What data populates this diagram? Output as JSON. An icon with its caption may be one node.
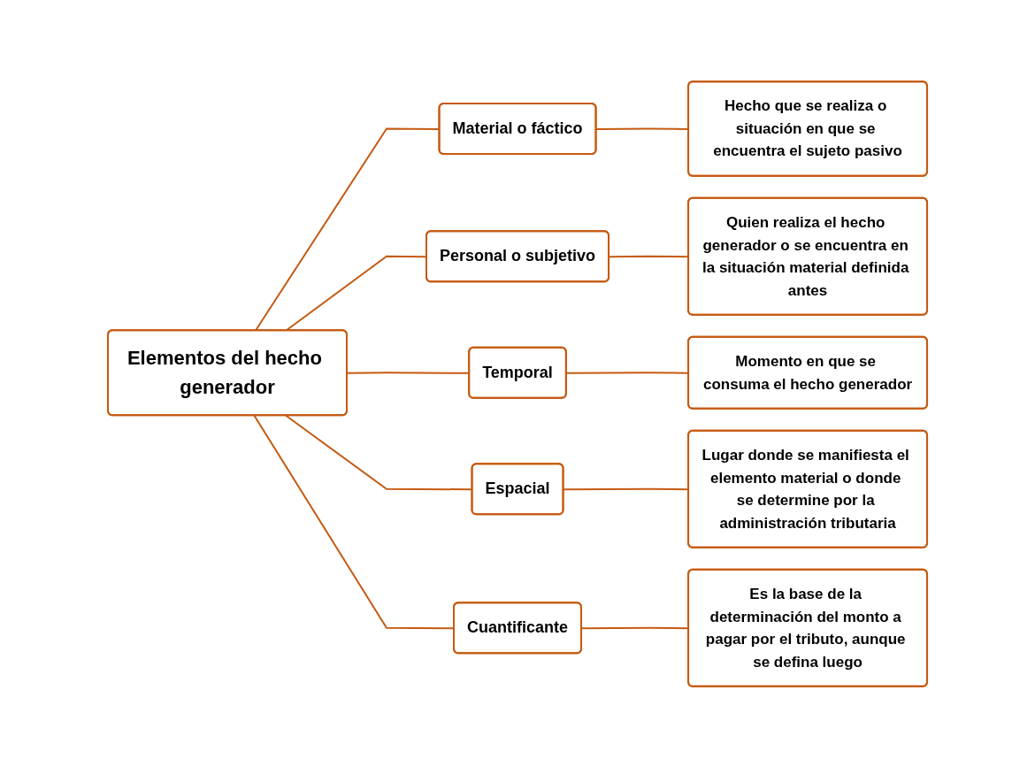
{
  "diagram": {
    "nodes": [
      {
        "text": [
          "Elementos del hecho generador"
        ]
      },
      {
        "text": [
          "Material o fáctico"
        ]
      },
      {
        "text": [
          "Hecho que se realiza o situación en que se encuentra el sujeto pasivo"
        ]
      },
      {
        "text": [
          "Personal o subjetivo"
        ]
      },
      {
        "text": [
          "Quien realiza el hecho generador o se encuentra en la situación material definida antes"
        ]
      },
      {
        "text": [
          "Temporal"
        ]
      },
      {
        "text": [
          "Momento en que se consuma el hecho generador"
        ]
      },
      {
        "text": [
          "Espacial"
        ]
      },
      {
        "text": [
          "Lugar donde se manifiesta el elemento material o donde se determine por la administración tributaria"
        ]
      },
      {
        "text": [
          "Cuantificante"
        ]
      },
      {
        "text": [
          "Es la base de la determinación del monto a pagar por el tributo, aunque se defina luego"
        ]
      }
    ],
    "edges": [
      {
        "from": 0,
        "to": 1,
        "arrow": "none"
      },
      {
        "from": 0,
        "to": 3,
        "arrow": "none"
      },
      {
        "from": 0,
        "to": 5,
        "arrow": "none"
      },
      {
        "from": 0,
        "to": 7,
        "arrow": "none"
      },
      {
        "from": 0,
        "to": 9,
        "arrow": "none"
      },
      {
        "from": 1,
        "to": 2,
        "arrow": "none"
      },
      {
        "from": 3,
        "to": 4,
        "arrow": "none"
      },
      {
        "from": 5,
        "to": 6,
        "arrow": "none"
      },
      {
        "from": 7,
        "to": 8,
        "arrow": "none"
      },
      {
        "from": 9,
        "to": 10,
        "arrow": "none"
      }
    ]
  }
}
